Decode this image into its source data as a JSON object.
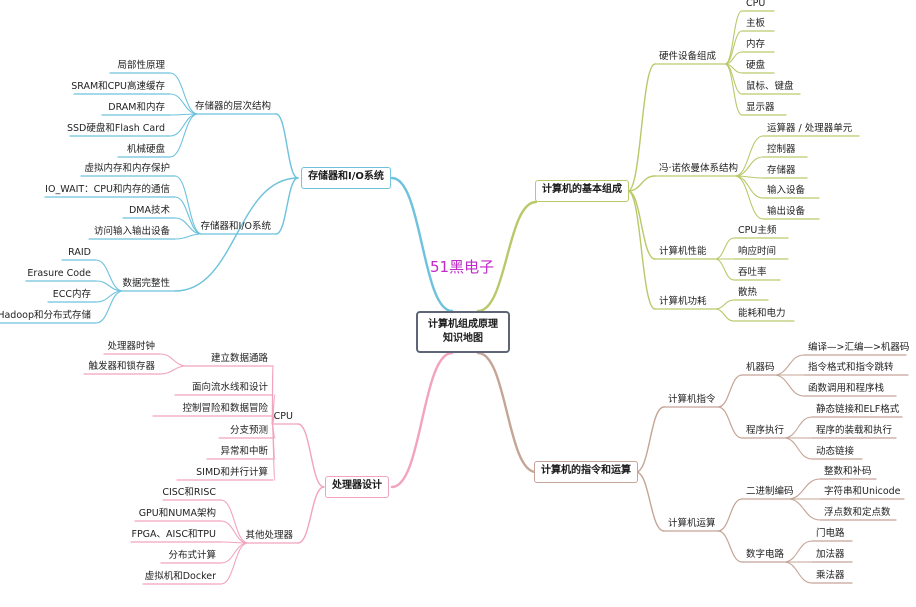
{
  "root": {
    "line1": "计算机组成原理",
    "line2": "知识地图"
  },
  "watermark": "51黑电子",
  "colors": {
    "basic": "#b9c96a",
    "instr": "#c4a596",
    "io": "#6ec2dc",
    "cpu": "#f2a3bd",
    "root_border": "#5f6577"
  },
  "branches": {
    "basic": {
      "label": "计算机的基本组成",
      "hardware": {
        "label": "硬件设备组成",
        "items": [
          "CPU",
          "主板",
          "内存",
          "硬盘",
          "鼠标、键盘",
          "显示器"
        ]
      },
      "vonneumann": {
        "label": "冯·诺依曼体系结构",
        "items": [
          "运算器 / 处理器单元",
          "控制器",
          "存储器",
          "输入设备",
          "输出设备"
        ]
      },
      "performance": {
        "label": "计算机性能",
        "items": [
          "CPU主频",
          "响应时间",
          "吞吐率"
        ]
      },
      "power": {
        "label": "计算机功耗",
        "items": [
          "散热",
          "能耗和电力"
        ]
      }
    },
    "instr": {
      "label": "计算机的指令和运算",
      "instructions": {
        "label": "计算机指令",
        "machine_code": {
          "label": "机器码",
          "items": [
            "编译—>汇编—>机器码",
            "指令格式和指令跳转",
            "函数调用和程序栈"
          ]
        },
        "execution": {
          "label": "程序执行",
          "items": [
            "静态链接和ELF格式",
            "程序的装载和执行",
            "动态链接"
          ]
        }
      },
      "arithmetic": {
        "label": "计算机运算",
        "binary": {
          "label": "二进制编码",
          "items": [
            "整数和补码",
            "字符串和Unicode",
            "浮点数和定点数"
          ]
        },
        "circuit": {
          "label": "数字电路",
          "items": [
            "门电路",
            "加法器",
            "乘法器"
          ]
        }
      }
    },
    "io": {
      "label": "存储器和I/O系统",
      "hierarchy": {
        "label": "存储器的层次结构",
        "items": [
          "局部性原理",
          "SRAM和CPU高速缓存",
          "DRAM和内存",
          "SSD硬盘和Flash Card",
          "机械硬盘"
        ]
      },
      "iosys": {
        "label": "存储器和I/O系统",
        "items": [
          "虚拟内存和内存保护",
          "IO_WAIT：CPU和内存的通信",
          "DMA技术",
          "访问输入输出设备"
        ]
      },
      "integrity": {
        "label": "数据完整性",
        "items": [
          "RAID",
          "Erasure Code",
          "ECC内存",
          "Hadoop和分布式存储"
        ]
      }
    },
    "cpu": {
      "label": "处理器设计",
      "cpu": {
        "label": "CPU",
        "datapath": {
          "label": "建立数据通路",
          "items": [
            "处理器时钟",
            "触发器和锁存器"
          ]
        },
        "items": [
          "面向流水线和设计",
          "控制冒险和数据冒险",
          "分支预测",
          "异常和中断",
          "SIMD和并行计算"
        ]
      },
      "other": {
        "label": "其他处理器",
        "items": [
          "CISC和RISC",
          "GPU和NUMA架构",
          "FPGA、AISC和TPU",
          "分布式计算",
          "虚拟机和Docker"
        ]
      }
    }
  }
}
